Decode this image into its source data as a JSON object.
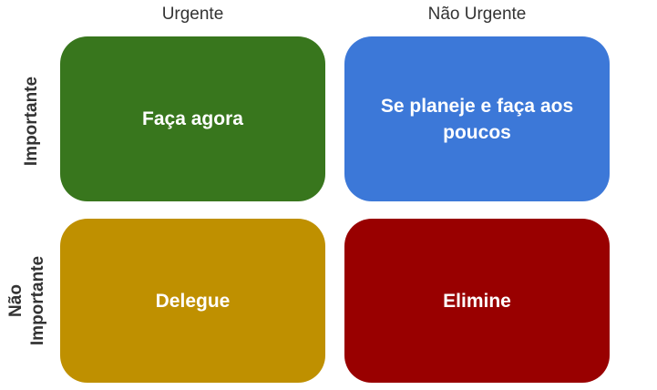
{
  "columns": {
    "urgent": "Urgente",
    "not_urgent": "Não Urgente"
  },
  "rows": {
    "important": "Importante",
    "not_important": "Não Importante"
  },
  "quadrants": {
    "do": {
      "label": "Faça agora",
      "color": "#38761d"
    },
    "plan": {
      "label": "Se planeje e faça aos poucos",
      "color": "#3c78d8"
    },
    "delegate": {
      "label": "Delegue",
      "color": "#bf9000"
    },
    "eliminate": {
      "label": "Elimine",
      "color": "#990000"
    }
  }
}
